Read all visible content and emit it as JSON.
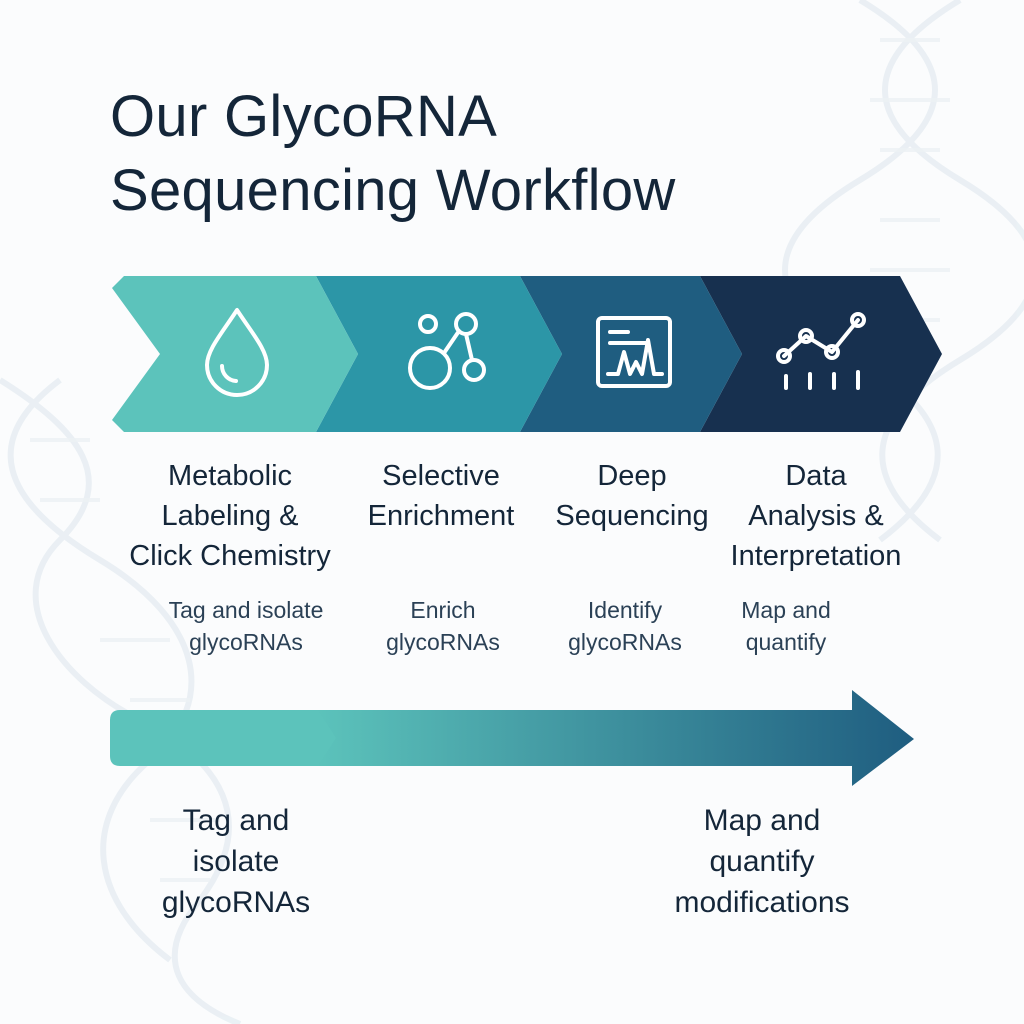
{
  "title": {
    "line1": "Our GlycoRNA",
    "line2": "Sequencing Workflow"
  },
  "colors": {
    "step1": "#5cc3bb",
    "step2": "#2c96a7",
    "step3": "#1f5d80",
    "step4": "#17304f",
    "arrow_start": "#5cc3bb",
    "arrow_end": "#1f5d80"
  },
  "steps": [
    {
      "icon": "droplet-icon",
      "title_lines": [
        "Metabolic",
        "Labeling &",
        "Click Chemistry"
      ],
      "desc_lines": [
        "Tag and isolate",
        "glycoRNAs"
      ]
    },
    {
      "icon": "molecule-icon",
      "title_lines": [
        "Selective",
        "Enrichment"
      ],
      "desc_lines": [
        "Enrich",
        "glycoRNAs"
      ]
    },
    {
      "icon": "sequencing-monitor-icon",
      "title_lines": [
        "Deep",
        "Sequencing"
      ],
      "desc_lines": [
        "Identify",
        "glycoRNAs"
      ]
    },
    {
      "icon": "line-chart-icon",
      "title_lines": [
        "Data",
        "Analysis &",
        "Interpretation"
      ],
      "desc_lines": [
        "Map and",
        "quantify"
      ]
    }
  ],
  "bottom": {
    "start_lines": [
      "Tag and",
      "isolate",
      "glycoRNAs"
    ],
    "end_lines": [
      "Map and",
      "quantify",
      "modifications"
    ]
  }
}
